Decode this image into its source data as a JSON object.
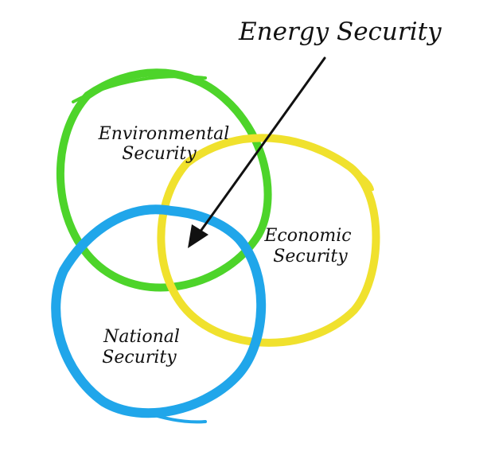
{
  "diagram": {
    "title": "Energy Security",
    "circles": [
      {
        "id": "environmental",
        "label_lines": [
          "Environmental",
          "Security"
        ],
        "color": "#4dd42a"
      },
      {
        "id": "economic",
        "label_lines": [
          "Economic",
          "Security"
        ],
        "color": "#f0e12d"
      },
      {
        "id": "national",
        "label_lines": [
          "National",
          "Security"
        ],
        "color": "#20a6ea"
      }
    ],
    "arrow": {
      "from": "title",
      "to": "intersection",
      "color": "#111111"
    }
  }
}
